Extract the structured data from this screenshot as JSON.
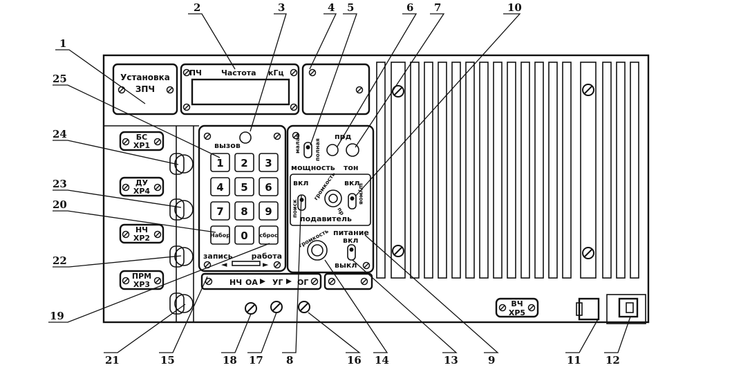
{
  "panel": {
    "zpch_unit": {
      "line1": "Установка",
      "line2": "ЗПЧ"
    },
    "freq_title": {
      "zpch": "ЗПЧ",
      "freq": "Частота",
      "khz": "кГц"
    },
    "call_label": "вызов",
    "keypad": [
      "1",
      "2",
      "3",
      "4",
      "5",
      "6",
      "7",
      "8",
      "9",
      "Набор",
      "0",
      "сброс"
    ],
    "zapis": "запись",
    "rabota": "работа",
    "bottom_strip": {
      "nch": "НЧ",
      "oa": "ОА",
      "ug": "УГ",
      "og": "ОГ"
    },
    "power": {
      "low": "малая",
      "full": "полная",
      "label": "мощность"
    },
    "prd": "прд",
    "ton": "тон",
    "squelch": {
      "on_left": "вкл",
      "on_right": "вкл",
      "poisk": "поиск",
      "volume": "громкость",
      "noise": "шумов",
      "pr": "пр",
      "label": "подавитель"
    },
    "supply": {
      "title": "питание",
      "on": "вкл",
      "off": "выкл"
    },
    "volume2": "громкость",
    "connectors": [
      {
        "l1": "БС",
        "l2": "ХР1"
      },
      {
        "l1": "ДУ",
        "l2": "ХР4"
      },
      {
        "l1": "НЧ",
        "l2": "ХР2"
      },
      {
        "l1": "ПРМ",
        "l2": "ХР3"
      }
    ],
    "vch": {
      "l1": "ВЧ",
      "l2": "ХР5"
    }
  },
  "callouts": {
    "c1": "1",
    "c2": "2",
    "c3": "3",
    "c4": "4",
    "c5": "5",
    "c6": "6",
    "c7": "7",
    "c10": "10",
    "c25": "25",
    "c24": "24",
    "c23": "23",
    "c20": "20",
    "c22": "22",
    "c19": "19",
    "c21": "21",
    "c15": "15",
    "c18": "18",
    "c17": "17",
    "c8": "8",
    "c16": "16",
    "c14": "14",
    "c13": "13",
    "c9": "9",
    "c11": "11",
    "c12": "12"
  }
}
